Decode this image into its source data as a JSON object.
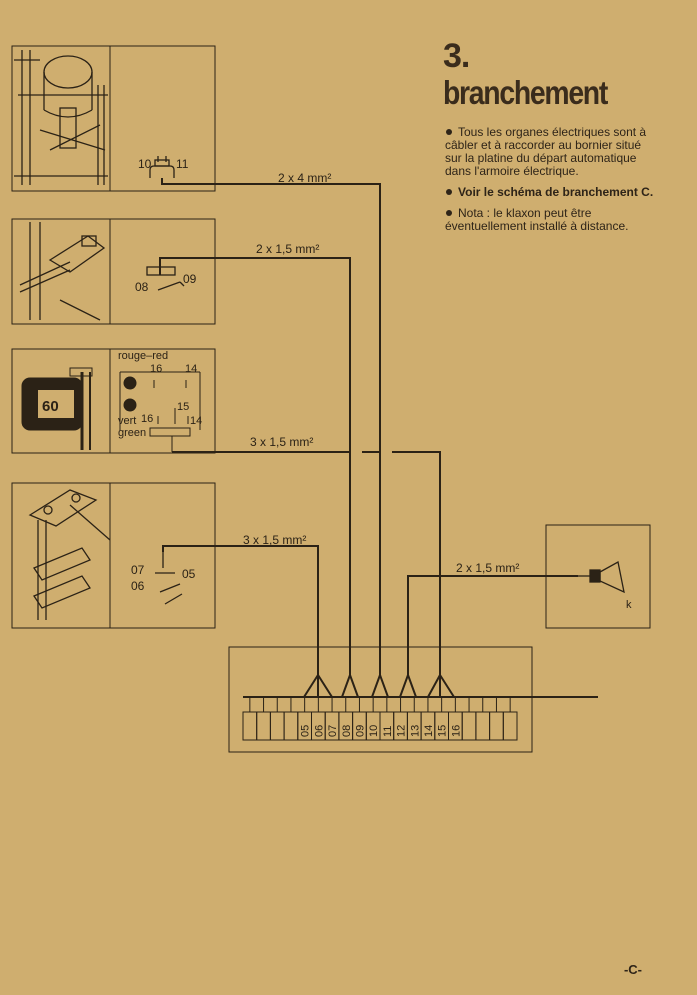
{
  "heading": {
    "number": "3.",
    "title": "branchement"
  },
  "notes": [
    {
      "text": "Tous les organes électriques sont à câbler et à raccorder au bornier situé sur la platine du départ automatique dans l'armoire électrique.",
      "bold": false
    },
    {
      "text": "Voir le schéma de branchement C.",
      "bold": true
    },
    {
      "text": "Nota : le klaxon peut être éventuellement installé à distance.",
      "bold": false
    }
  ],
  "cables": {
    "c1": "2 x 4 mm²",
    "c2": "2 x 1,5 mm²",
    "c3": "3  x 1,5 mm²",
    "c4": "3  x  1,5 mm²",
    "c5": "2  x  1,5  mm²"
  },
  "device1": {
    "terminal_left": "10",
    "terminal_right": "11"
  },
  "device2": {
    "terminal_left": "08",
    "terminal_right": "09"
  },
  "device3": {
    "label_red": "rouge–red",
    "label_green_1": "vert",
    "label_green_2": "green",
    "t_16a": "16",
    "t_14a": "14",
    "t_16b": "16",
    "t_15": "15",
    "t_14b": "14",
    "display_text": "60"
  },
  "device4": {
    "t_07": "07",
    "t_05": "05",
    "t_06": "06"
  },
  "horn": {
    "label": "k"
  },
  "terminal_block": {
    "labels": [
      "05",
      "06",
      "07",
      "08",
      "09",
      "10",
      "11",
      "12",
      "13",
      "14",
      "15",
      "16"
    ]
  },
  "footer": {
    "page": "-C-"
  }
}
